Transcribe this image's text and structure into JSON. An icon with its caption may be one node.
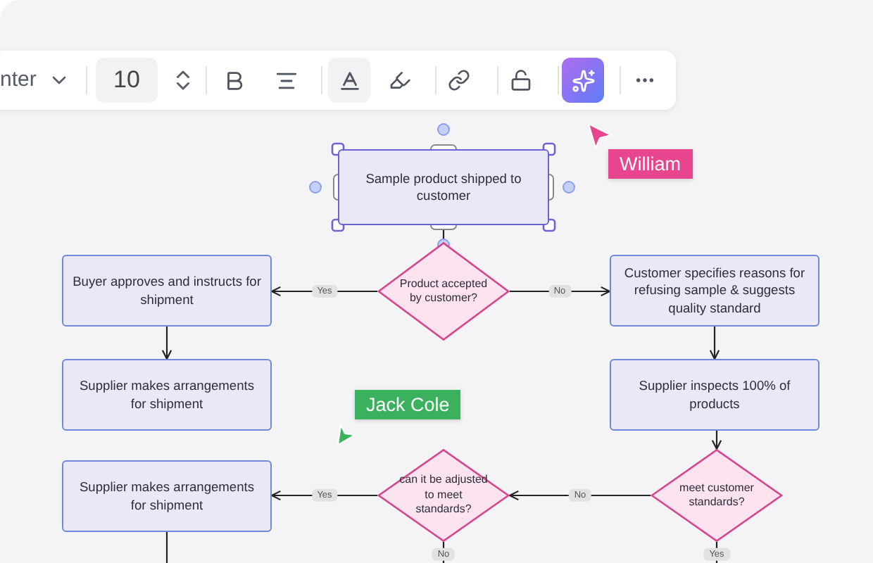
{
  "diagram": {
    "nodes": [
      {
        "text": [
          "Sample product shipped to customer"
        ]
      },
      {
        "text": [
          "Product accepted by customer?"
        ]
      },
      {
        "text": [
          "Buyer approves and instructs for shipment"
        ]
      },
      {
        "text": [
          "Customer specifies reasons for refusing sample & suggests quality standard"
        ]
      },
      {
        "text": [
          "Supplier makes arrangements for shipment"
        ]
      },
      {
        "text": [
          "Supplier inspects 100% of products"
        ]
      },
      {
        "text": [
          "can it be adjusted to meet standards?"
        ]
      },
      {
        "text": [
          "meet customer standards?"
        ]
      },
      {
        "text": [
          "Supplier makes arrangements for shipment"
        ]
      }
    ],
    "edges": [
      {
        "from": 0,
        "to": 1,
        "arrow": "none"
      },
      {
        "from": 1,
        "to": 2,
        "arrow": "to",
        "label": "Yes"
      },
      {
        "from": 1,
        "to": 3,
        "arrow": "to",
        "label": "No"
      },
      {
        "from": 2,
        "to": 4,
        "arrow": "to"
      },
      {
        "from": 3,
        "to": 5,
        "arrow": "to"
      },
      {
        "from": 5,
        "to": 7,
        "arrow": "to"
      },
      {
        "from": 7,
        "to": 6,
        "arrow": "to",
        "label": "No"
      },
      {
        "from": 6,
        "to": 8,
        "arrow": "to",
        "label": "Yes"
      },
      {
        "from": 6,
        "to": null,
        "arrow": "none",
        "label": "No"
      },
      {
        "from": 7,
        "to": null,
        "arrow": "none",
        "label": "Yes"
      },
      {
        "from": 8,
        "to": null,
        "arrow": "none"
      }
    ],
    "labels": [
      "nter",
      "10",
      "William",
      "Jack Cole"
    ]
  }
}
